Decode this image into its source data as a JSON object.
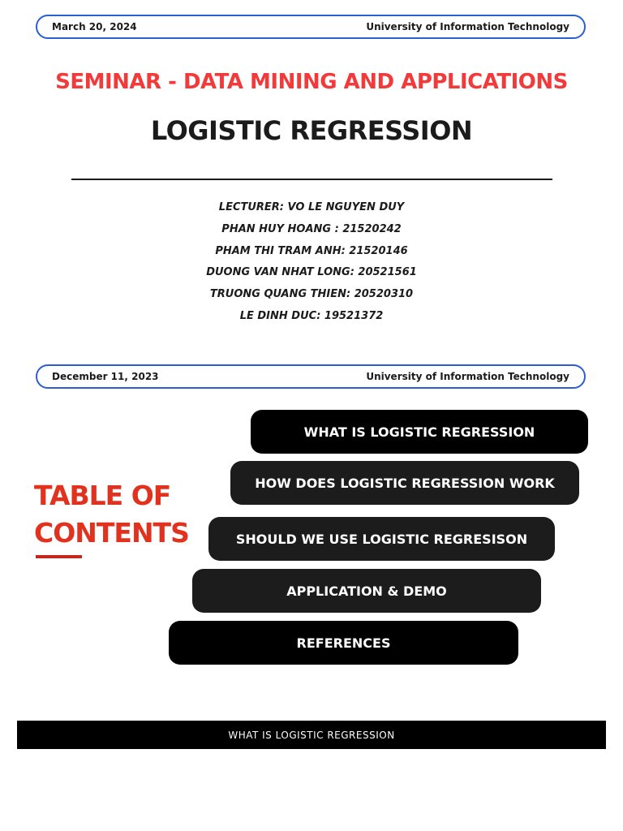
{
  "header_top": {
    "date": "March 20, 2024",
    "institution": "University of Information Technology"
  },
  "seminar_title": "SEMINAR - DATA MINING AND APPLICATIONS",
  "main_title": "LOGISTIC REGRESSION",
  "credits": [
    "LECTURER: VO LE NGUYEN DUY",
    "PHAN HUY HOANG : 21520242",
    "PHAM THI TRAM ANH: 21520146",
    "DUONG VAN NHAT LONG: 20521561",
    "TRUONG QUANG THIEN: 20520310",
    "LE DINH DUC: 19521372"
  ],
  "header_bottom": {
    "date": "December 11, 2023",
    "institution": "University of Information Technology"
  },
  "toc": {
    "heading_line1": "TABLE OF",
    "heading_line2": "CONTENTS",
    "items": [
      "WHAT IS LOGISTIC REGRESSION",
      "HOW DOES LOGISTIC REGRESSION WORK",
      "SHOULD WE USE LOGISTIC REGRESISON",
      "APPLICATION & DEMO",
      "REFERENCES"
    ]
  },
  "footer": {
    "label": "WHAT IS LOGISTIC REGRESSION"
  },
  "colors": {
    "accent_blue": "#2a5fd1",
    "seminar_red": "#f23a3a",
    "toc_red": "#e1321f",
    "pill_black": "#000000",
    "pill_dark": "#1c1c1c"
  }
}
